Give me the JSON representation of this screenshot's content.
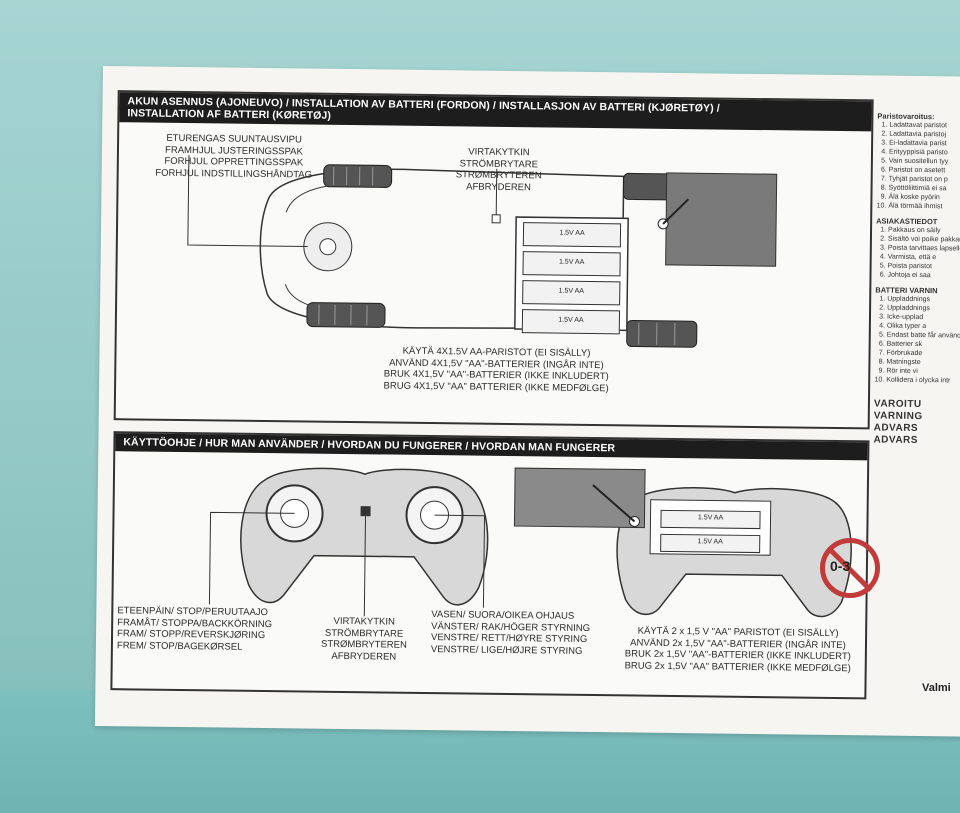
{
  "section1": {
    "header_line1": "AKUN ASENNUS (AJONEUVO) / INSTALLATION AV BATTERI (FORDON) / INSTALLASJON AV BATTERI (KJØRETØY) /",
    "header_line2": "INSTALLATION AF BATTERI (KØRETØJ)",
    "front_wheel_label": [
      "ETURENGAS SUUNTAUSVIPU",
      "FRAMHJUL JUSTERINGSSPAK",
      "FORHJUL OPPRETTINGSSPAK",
      "FORHJUL INDSTILLINGSHÅNDTAG"
    ],
    "switch_label": [
      "VIRTAKYTKIN",
      "STRÖMBRYTARE",
      "STRØMBRYTEREN",
      "AFBRYDEREN"
    ],
    "battery_cells": [
      "1.5V AA",
      "1.5V AA",
      "1.5V AA",
      "1.5V AA"
    ],
    "battery_caption": [
      "KÄYTÄ 4X1.5V AA-PARISTOT (EI SISÄLLY)",
      "ANVÄND 4X1,5V \"AA\"-BATTERIER (INGÅR INTE)",
      "BRUK 4X1,5V \"AA\"-BATTERIER (IKKE INKLUDERT)",
      "BRUG 4X1,5V \"AA\" BATTERIER (IKKE MEDFØLGE)"
    ]
  },
  "section2": {
    "header": "KÄYTTÖOHJE / HUR MAN ANVÄNDER / HVORDAN DU FUNGERER / HVORDAN MAN FUNGERER",
    "forward_label": [
      "ETEENPÄIN/ STOP/PERUUTAAJO",
      "FRAMÅT/ STOPPA/BACKKÖRNING",
      "FRAM/ STOPP/REVERSKJØRING",
      "FREM/ STOP/BAGEKØRSEL"
    ],
    "switch_label": [
      "VIRTAKYTKIN",
      "STRÖMBRYTARE",
      "STRØMBRYTEREN",
      "AFBRYDEREN"
    ],
    "steer_label": [
      "VASEN/ SUORA/OIKEA OHJAUS",
      "VÄNSTER/ RAK/HÖGER STYRNING",
      "VENSTRE/ RETT/HØYRE STYRING",
      "VENSTRE/ LIGE/HØJRE STYRING"
    ],
    "battery_cells": [
      "1.5V AA",
      "1.5V AA"
    ],
    "battery_caption": [
      "KÄYTÄ 2 x 1,5 V \"AA\" PARISTOT (EI SISÄLLY)",
      "ANVÄND 2x 1,5V \"AA\"-BATTERIER (INGÅR INTE)",
      "BRUK 2x 1,5V \"AA\"-BATTERIER (IKKE INKLUDERT)",
      "BRUG 2x 1,5V \"AA\" BATTERIER (IKKE MEDFØLGE)"
    ]
  },
  "sidebar": {
    "heading1": "Paristovaroitus:",
    "list1": [
      "Ladattavat paristot",
      "Ladattavia paristoj",
      "Ei-ladattavia parist",
      "Erityyppisiä paristo",
      "Vain suositellun tyy",
      "Paristot on asetett",
      "Tyhjät paristot on p",
      "Syöttöliittimiä ei sa",
      "Älä koske pyörin",
      "Älä törmää ihmist"
    ],
    "heading2": "ASIAKASTIEDOT",
    "list2": [
      "Pakkaus on säily",
      "Sisältö voi poike pakkauksessa t",
      "Poista tarvittaes lapselleisi.",
      "Varmista, että e",
      "Poista paristot",
      "Johtoja ei saa"
    ],
    "heading3": "BATTERI VARNIN",
    "list3": [
      "Uppladdnings",
      "Uppladdnings",
      "Icke-upplad",
      "Olika typer a",
      "Endast batte får använda",
      "Batterier sk",
      "Förbrukade",
      "Matningste",
      "Rör inte vi",
      "Kollidera i olycka intr"
    ],
    "warnings": [
      "VAROITU",
      "VARNING",
      "ADVARS",
      "ADVARS"
    ],
    "age_label": "0-3",
    "bottom_word": "Valmi"
  }
}
